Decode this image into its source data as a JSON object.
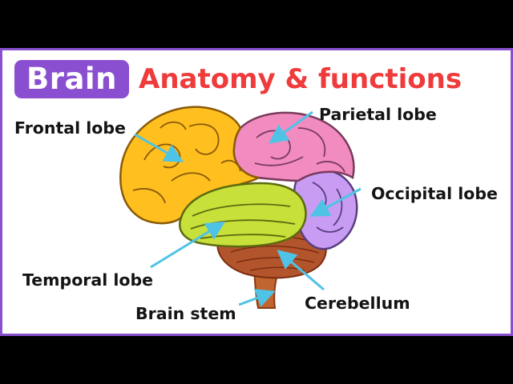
{
  "header": {
    "badge": "Brain",
    "title": "Anatomy & functions"
  },
  "labels": {
    "frontal": "Frontal lobe",
    "parietal": "Parietal lobe",
    "occipital": "Occipital lobe",
    "temporal": "Temporal lobe",
    "brain_stem": "Brain stem",
    "cerebellum": "Cerebellum"
  },
  "colors": {
    "frame": "#8a4fd0",
    "title": "#ee3b3b",
    "arrow": "#4fc3e6",
    "frontal": "#ffbf1f",
    "parietal": "#f28cc0",
    "occipital": "#c79cf2",
    "temporal": "#c7e03a",
    "cerebellum": "#b3552c",
    "brain_stem": "#c0652e"
  }
}
